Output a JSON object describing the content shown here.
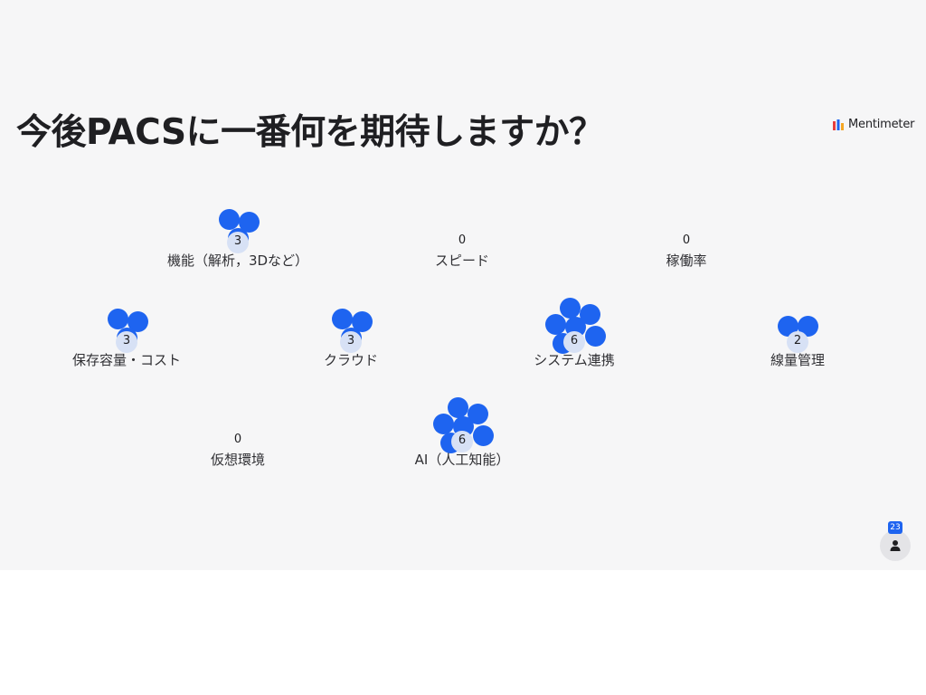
{
  "title": "今後PACSに一番何を期待しますか？",
  "brand": {
    "name": "Mentimeter",
    "colors": [
      "#e63e3e",
      "#1e64f0",
      "#f5a623"
    ]
  },
  "colors": {
    "dot": "#1e64f0",
    "count_badge": "#d7e1f5",
    "background": "#f6f6f7"
  },
  "participants": {
    "count": "23",
    "icon": "person-icon"
  },
  "chart_data": {
    "type": "scatter",
    "title": "今後PACSに一番何を期待しますか？",
    "categories": [
      "機能（解析，3Dなど）",
      "スピード",
      "稼働率",
      "保存容量・コスト",
      "クラウド",
      "システム連携",
      "線量管理",
      "仮想環境",
      "AI（人工知能）"
    ],
    "values": [
      3,
      0,
      0,
      3,
      3,
      6,
      2,
      0,
      6
    ]
  }
}
